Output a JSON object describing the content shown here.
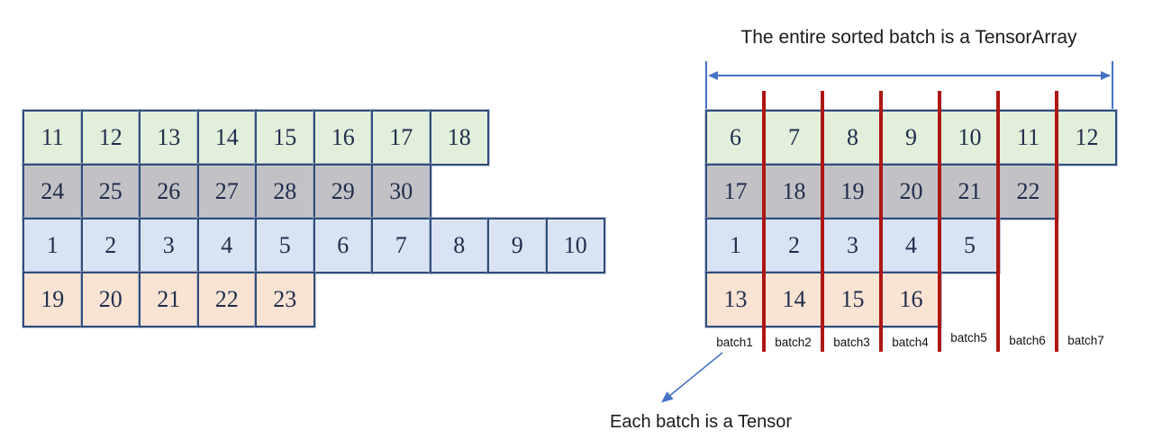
{
  "colors": {
    "row_green": "#e2efda",
    "row_gray": "#c2c2c6",
    "row_blue": "#dae3f3",
    "row_peach": "#f9e3d2",
    "cell_border": "#2e4d7c",
    "divider_red": "#ad1713",
    "accent_blue": "#4472c4",
    "number_text": "#1f2c4d",
    "label_text": "#111111"
  },
  "annotations": {
    "top": "The entire sorted batch is a TensorArray",
    "bottom": "Each batch is a Tensor"
  },
  "left_group": {
    "rows": [
      {
        "color": "green",
        "values": [
          "11",
          "12",
          "13",
          "14",
          "15",
          "16",
          "17",
          "18"
        ]
      },
      {
        "color": "gray",
        "values": [
          "24",
          "25",
          "26",
          "27",
          "28",
          "29",
          "30"
        ]
      },
      {
        "color": "blue",
        "values": [
          "1",
          "2",
          "3",
          "4",
          "5",
          "6",
          "7",
          "8",
          "9",
          "10"
        ]
      },
      {
        "color": "peach",
        "values": [
          "19",
          "20",
          "21",
          "22",
          "23"
        ]
      }
    ]
  },
  "right_group": {
    "rows": [
      {
        "color": "green",
        "values": [
          "6",
          "7",
          "8",
          "9",
          "10",
          "11",
          "12"
        ]
      },
      {
        "color": "gray",
        "values": [
          "17",
          "18",
          "19",
          "20",
          "21",
          "22"
        ]
      },
      {
        "color": "blue",
        "values": [
          "1",
          "2",
          "3",
          "4",
          "5"
        ]
      },
      {
        "color": "peach",
        "values": [
          "13",
          "14",
          "15",
          "16"
        ]
      }
    ],
    "batch_labels": [
      "batch1",
      "batch2",
      "batch3",
      "batch4",
      "batch5",
      "batch6",
      "batch7"
    ]
  }
}
